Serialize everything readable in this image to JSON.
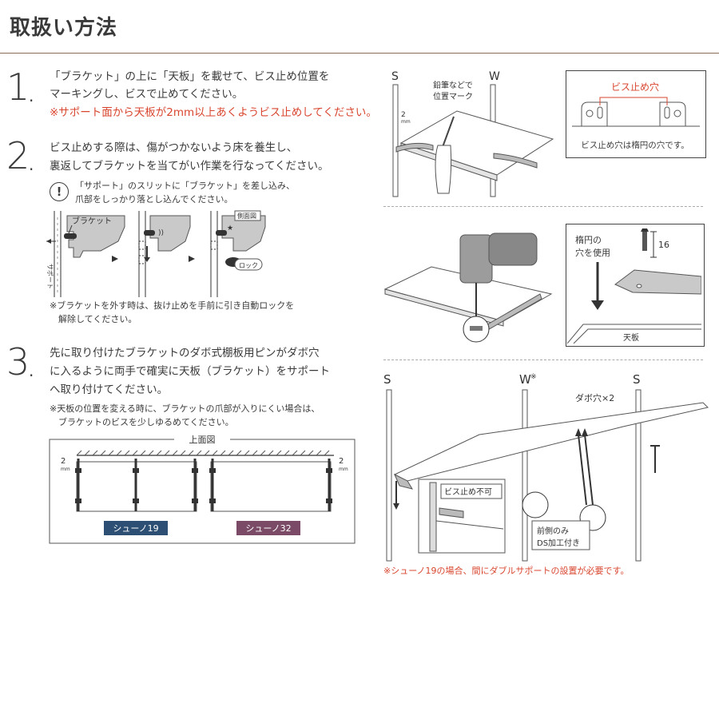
{
  "header": {
    "title": "取扱い方法"
  },
  "steps": [
    {
      "number": "1",
      "lines": [
        "「ブラケット」の上に「天板」を載せて、ビス止め位置を",
        "マーキングし、ビスで止めてください。"
      ],
      "note_red": "※サポート面から天板が2mm以上あくようビス止めしてください。"
    },
    {
      "number": "2",
      "lines": [
        "ビス止めする際は、傷がつかないよう床を養生し、",
        "裏返してブラケットを当てがい作業を行なってください。"
      ],
      "caution": [
        "「サポート」のスリットに「ブラケット」を差し込み、",
        "爪部をしっかり落とし込んでください。"
      ],
      "caution_icon": "!",
      "fig_labels": {
        "bracket": "ブラケット",
        "support": "サポート",
        "side_view": "側面図",
        "lock": "ロック"
      },
      "note": [
        "※ブラケットを外す時は、抜け止めを手前に引き自動ロックを",
        "　解除してください。"
      ]
    },
    {
      "number": "3",
      "lines": [
        "先に取り付けたブラケットのダボ式棚板用ピンがダボ穴",
        "に入るように両手で確実に天板（ブラケット）をサポート",
        "へ取り付けてください。"
      ],
      "note": [
        "※天板の位置を変える時に、ブラケットの爪部が入りにくい場合は、",
        "　ブラケットのビスを少しゆるめてください。"
      ]
    }
  ],
  "top_view": {
    "title": "上面図",
    "dim_left": "2",
    "dim_right": "2",
    "dim_unit": "mm",
    "legend": [
      {
        "label": "シューノ19",
        "color": "#2c4f73"
      },
      {
        "label": "シューノ32",
        "color": "#7a4a66"
      }
    ]
  },
  "right_panel": {
    "fig1": {
      "s_label": "S",
      "w_label": "W",
      "mark_note": [
        "鉛筆などで",
        "位置マーク"
      ],
      "dim": "2",
      "dim_unit": "mm"
    },
    "screw_hole": {
      "title": "ビス止め穴",
      "caption": "ビス止め穴は楕円の穴です。"
    },
    "fig2": {
      "oval_note": [
        "楕円の",
        "穴を使用"
      ],
      "dim": "16",
      "board": "天板"
    },
    "fig3": {
      "s_left": "S",
      "w_mid": "W",
      "w_mark": "※",
      "s_right": "S",
      "dowel": "ダボ穴×2",
      "no_screw": "ビス止め不可",
      "front_only": [
        "前側のみ",
        "DS加工付き"
      ]
    },
    "footnote": "※シューノ19の場合、間にダブルサポートの設置が必要です。"
  },
  "colors": {
    "accent_red": "#d9462f",
    "rule_brown": "#8b6b55"
  }
}
